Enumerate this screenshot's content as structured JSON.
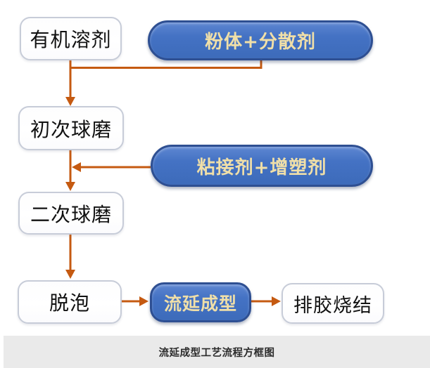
{
  "diagram": {
    "type": "flowchart",
    "nodes": {
      "organic_solvent": {
        "label": "有机溶剂",
        "kind": "process"
      },
      "powder_dispersant": {
        "label": "粉体+分散剂",
        "kind": "additive"
      },
      "first_ball_milling": {
        "label": "初次球磨",
        "kind": "process"
      },
      "binder_plasticizer": {
        "label": "粘接剂+增塑剂",
        "kind": "additive"
      },
      "second_ball_milling": {
        "label": "二次球磨",
        "kind": "process"
      },
      "defoaming": {
        "label": "脱泡",
        "kind": "process"
      },
      "tape_casting": {
        "label": "流延成型",
        "kind": "highlight"
      },
      "debinding_sintering": {
        "label": "排胶烧结",
        "kind": "process"
      }
    },
    "edges": [
      {
        "from": "organic_solvent",
        "to": "first_ball_milling"
      },
      {
        "from": "powder_dispersant",
        "to": "first_ball_milling"
      },
      {
        "from": "binder_plasticizer",
        "to": "second_ball_milling_path"
      },
      {
        "from": "first_ball_milling",
        "to": "second_ball_milling"
      },
      {
        "from": "second_ball_milling",
        "to": "defoaming"
      },
      {
        "from": "defoaming",
        "to": "tape_casting"
      },
      {
        "from": "tape_casting",
        "to": "debinding_sintering"
      }
    ],
    "caption": "流延成型工艺流程方框图",
    "colors": {
      "pill_fill": "#4472c4",
      "pill_border": "#2e4f92",
      "pill_text": "#f0dfa8",
      "box_border": "#c7ccd8",
      "box_text": "#111111",
      "arrow": "#c55a11",
      "caption_bg": "#eaeaea",
      "caption_text": "#2b2b2b"
    }
  }
}
